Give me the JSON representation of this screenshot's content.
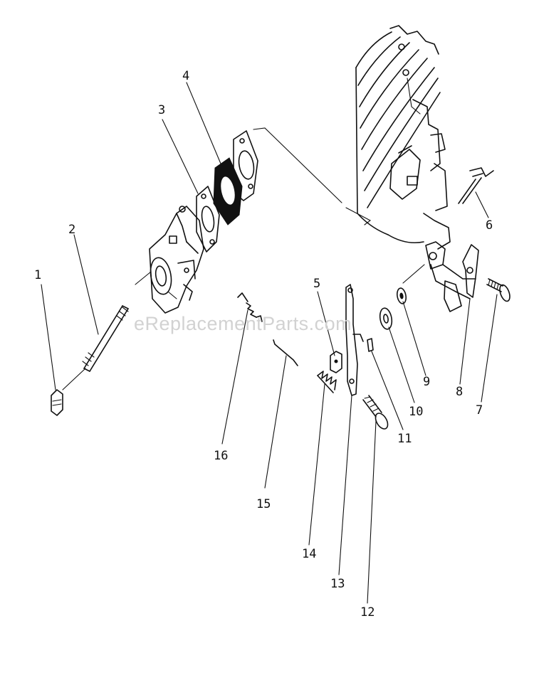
{
  "watermark": "eReplacementParts.com",
  "callouts": [
    {
      "id": "1",
      "text": "1"
    },
    {
      "id": "2",
      "text": "2"
    },
    {
      "id": "3",
      "text": "3"
    },
    {
      "id": "4",
      "text": "4"
    },
    {
      "id": "5",
      "text": "5"
    },
    {
      "id": "6",
      "text": "6"
    },
    {
      "id": "7",
      "text": "7"
    },
    {
      "id": "8",
      "text": "8"
    },
    {
      "id": "9",
      "text": "9"
    },
    {
      "id": "10",
      "text": "10"
    },
    {
      "id": "11",
      "text": "11"
    },
    {
      "id": "12",
      "text": "12"
    },
    {
      "id": "13",
      "text": "13"
    },
    {
      "id": "14",
      "text": "14"
    },
    {
      "id": "15",
      "text": "15"
    },
    {
      "id": "16",
      "text": "16"
    }
  ]
}
